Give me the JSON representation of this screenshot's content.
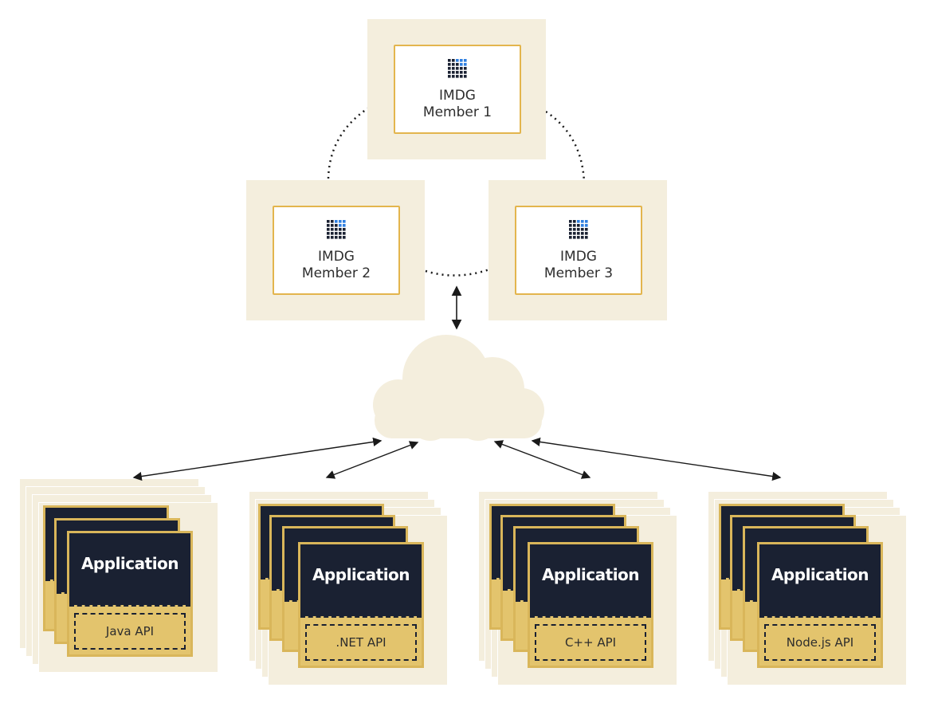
{
  "members": [
    {
      "label_line1": "IMDG",
      "label_line2": "Member 1"
    },
    {
      "label_line1": "IMDG",
      "label_line2": "Member 2"
    },
    {
      "label_line1": "IMDG",
      "label_line2": "Member 3"
    }
  ],
  "clients": [
    {
      "app_label": "Application",
      "api_label": "Java API"
    },
    {
      "app_label": "Application",
      "api_label": ".NET API"
    },
    {
      "app_label": "Application",
      "api_label": "C++ API"
    },
    {
      "app_label": "Application",
      "api_label": "Node.js API"
    }
  ],
  "colors": {
    "panel_background": "#f4eedd",
    "member_border": "#e3b54d",
    "app_dark": "#1a2132",
    "api_gold": "#e3c46d",
    "icon_dots_dark": "#1a2132",
    "icon_dots_blue": "#2f7fe0"
  },
  "icons": [
    "grid-logo-icon",
    "cloud-icon",
    "bidirectional-arrow-icon"
  ]
}
